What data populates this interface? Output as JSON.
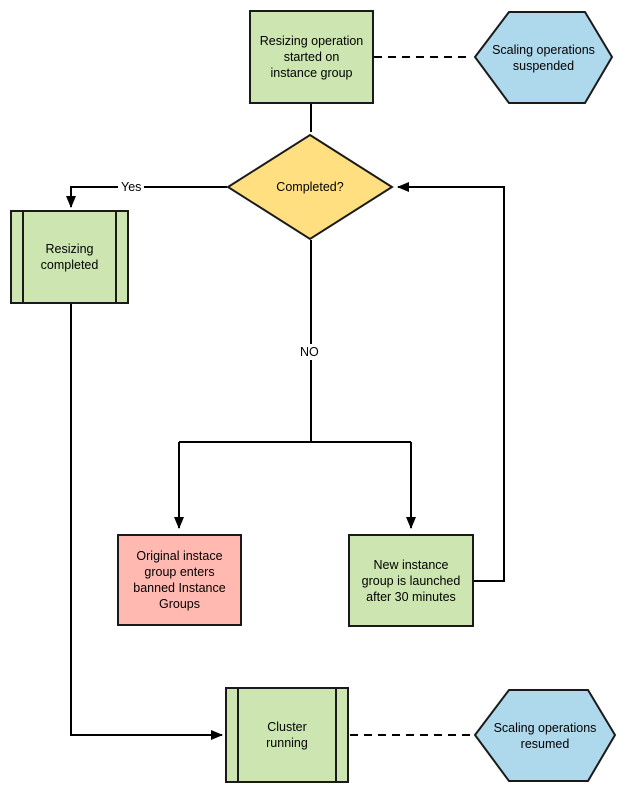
{
  "diagram": {
    "type": "flowchart",
    "colors": {
      "green": "#cde6b1",
      "yellow": "#ffdf7f",
      "pink": "#ffb9b1",
      "blue": "#aed8ec",
      "stroke": "#1a1a1a",
      "line": "#000000",
      "background": "#ffffff"
    },
    "nodes": {
      "start": {
        "type": "process",
        "fill": "green",
        "label": "Resizing operation\nstarted on\ninstance group"
      },
      "suspended": {
        "type": "hexagon",
        "fill": "blue",
        "label": "Scaling operations\nsuspended"
      },
      "completed": {
        "type": "decision",
        "fill": "yellow",
        "label": "Completed?"
      },
      "resizing_completed": {
        "type": "predefined_process",
        "fill": "green",
        "label": "Resizing\ncompleted"
      },
      "banned": {
        "type": "process",
        "fill": "pink",
        "label": "Original instace\ngroup enters\nbanned Instance\nGroups"
      },
      "new_group": {
        "type": "process",
        "fill": "green",
        "label": "New instance\ngroup is launched\nafter 30 minutes"
      },
      "cluster": {
        "type": "predefined_process",
        "fill": "green",
        "label": "Cluster\nrunning"
      },
      "resumed": {
        "type": "hexagon",
        "fill": "blue",
        "label": "Scaling operations\nresumed"
      }
    },
    "edge_labels": {
      "yes": "Yes",
      "no": "NO"
    },
    "edges": [
      {
        "from": "start",
        "to": "completed",
        "style": "solid"
      },
      {
        "from": "start",
        "to": "suspended",
        "style": "dashed"
      },
      {
        "from": "completed",
        "to": "resizing_completed",
        "label": "Yes",
        "style": "arrow"
      },
      {
        "from": "completed",
        "to": "banned",
        "label": "NO",
        "style": "arrow"
      },
      {
        "from": "completed",
        "to": "new_group",
        "label": "NO",
        "style": "arrow"
      },
      {
        "from": "new_group",
        "to": "completed",
        "style": "arrow"
      },
      {
        "from": "resizing_completed",
        "to": "cluster",
        "style": "arrow"
      },
      {
        "from": "cluster",
        "to": "resumed",
        "style": "dashed"
      }
    ]
  }
}
